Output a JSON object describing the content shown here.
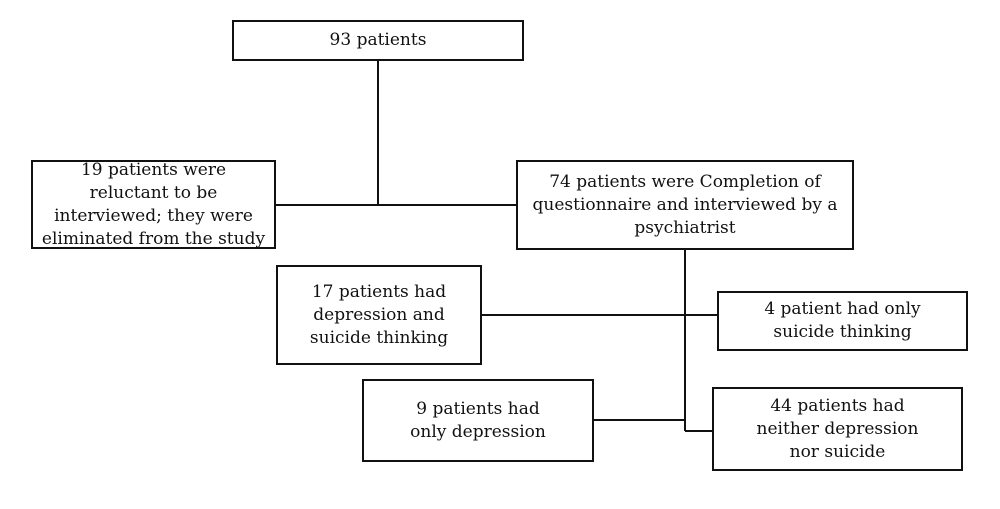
{
  "diagram": {
    "nodes": {
      "total": "93 patients",
      "reluctant": "19 patients were reluctant to be interviewed; they were eliminated from the study",
      "completed": "74 patients were Completion of questionnaire and interviewed by a psychiatrist",
      "depression_suicide": "17 patients had depression and suicide thinking",
      "only_suicide": "4 patient had only suicide thinking",
      "only_depression": "9 patients had only depression",
      "neither": "44 patients had neither depression nor suicide"
    }
  }
}
